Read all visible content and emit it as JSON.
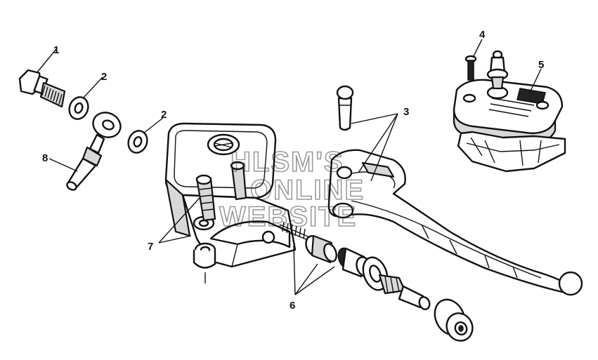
{
  "callouts": {
    "c1": "1",
    "c2a": "2",
    "c2b": "2",
    "c3": "3",
    "c4": "4",
    "c5": "5",
    "c6": "6",
    "c7": "7",
    "c8": "8"
  },
  "watermark": {
    "line1": "HLSM'S",
    "line2": "ONLINE",
    "line3": "WEBSITE"
  }
}
